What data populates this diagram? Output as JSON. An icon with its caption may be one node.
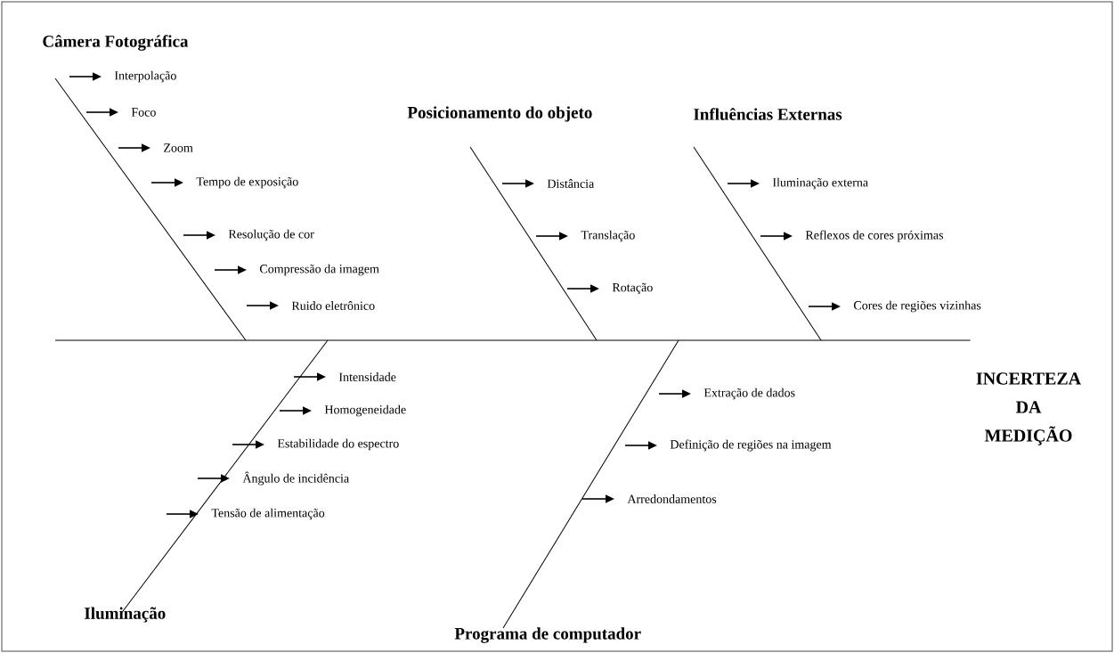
{
  "diagram": {
    "nodes": [
      {
        "text": [
          "Câmera Fotográfica"
        ]
      },
      {
        "text": [
          "Interpolação"
        ]
      },
      {
        "text": [
          "Foco"
        ]
      },
      {
        "text": [
          "Zoom"
        ]
      },
      {
        "text": [
          "Tempo de exposição"
        ]
      },
      {
        "text": [
          "Resolução de cor"
        ]
      },
      {
        "text": [
          "Compressão da imagem"
        ]
      },
      {
        "text": [
          "Ruido eletrônico"
        ]
      },
      {
        "text": [
          "Posicionamento do objeto"
        ]
      },
      {
        "text": [
          "Distância"
        ]
      },
      {
        "text": [
          "Translação"
        ]
      },
      {
        "text": [
          "Rotação"
        ]
      },
      {
        "text": [
          "Influências Externas"
        ]
      },
      {
        "text": [
          "Iluminação externa"
        ]
      },
      {
        "text": [
          "Reflexos de cores próximas"
        ]
      },
      {
        "text": [
          "Cores de regiões vizinhas"
        ]
      },
      {
        "text": [
          "INCERTEZA DA MEDIÇÃO"
        ]
      },
      {
        "text": [
          "Intensidade"
        ]
      },
      {
        "text": [
          "Homogeneidade"
        ]
      },
      {
        "text": [
          "Estabilidade do espectro"
        ]
      },
      {
        "text": [
          "Ângulo de incidência"
        ]
      },
      {
        "text": [
          "Tensão de alimentação"
        ]
      },
      {
        "text": [
          "Extração de dados"
        ]
      },
      {
        "text": [
          "Definição de regiões na imagem"
        ]
      },
      {
        "text": [
          "Arredondamentos"
        ]
      },
      {
        "text": [
          "Iluminação"
        ]
      },
      {
        "text": [
          "Programa de computador"
        ]
      }
    ],
    "edges": [
      {
        "from": null,
        "to": 16,
        "arrow": "none"
      },
      {
        "from": 0,
        "to": null,
        "arrow": "none"
      },
      {
        "from": 8,
        "to": null,
        "arrow": "none"
      },
      {
        "from": 12,
        "to": null,
        "arrow": "none"
      },
      {
        "from": 25,
        "to": null,
        "arrow": "none"
      },
      {
        "from": 26,
        "to": null,
        "arrow": "none"
      },
      {
        "from": null,
        "to": 1,
        "arrow": "to"
      },
      {
        "from": null,
        "to": 2,
        "arrow": "to"
      },
      {
        "from": null,
        "to": 3,
        "arrow": "to"
      },
      {
        "from": null,
        "to": 4,
        "arrow": "to"
      },
      {
        "from": null,
        "to": 5,
        "arrow": "to"
      },
      {
        "from": null,
        "to": 6,
        "arrow": "to"
      },
      {
        "from": null,
        "to": 7,
        "arrow": "to"
      },
      {
        "from": null,
        "to": 9,
        "arrow": "to"
      },
      {
        "from": null,
        "to": 10,
        "arrow": "to"
      },
      {
        "from": null,
        "to": 11,
        "arrow": "to"
      },
      {
        "from": null,
        "to": 13,
        "arrow": "to"
      },
      {
        "from": null,
        "to": 14,
        "arrow": "to"
      },
      {
        "from": null,
        "to": 15,
        "arrow": "to"
      },
      {
        "from": null,
        "to": 17,
        "arrow": "to"
      },
      {
        "from": null,
        "to": 18,
        "arrow": "to"
      },
      {
        "from": null,
        "to": 19,
        "arrow": "to"
      },
      {
        "from": null,
        "to": 20,
        "arrow": "to"
      },
      {
        "from": null,
        "to": 21,
        "arrow": "to"
      },
      {
        "from": null,
        "to": 22,
        "arrow": "to"
      },
      {
        "from": null,
        "to": 23,
        "arrow": "to"
      },
      {
        "from": null,
        "to": 24,
        "arrow": "to"
      }
    ]
  }
}
